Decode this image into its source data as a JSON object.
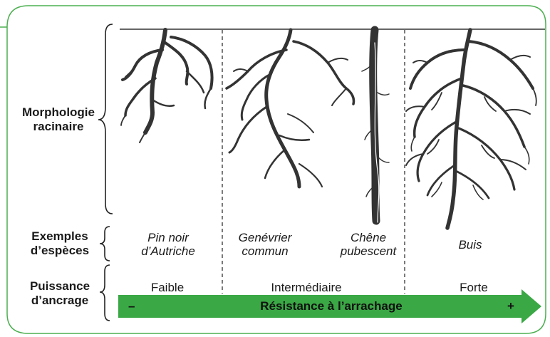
{
  "row_labels": {
    "morphology": [
      "Morphologie",
      "racinaire"
    ],
    "species": [
      "Exemples",
      "d’espèces"
    ],
    "power": [
      "Puissance",
      "d’ancrage"
    ]
  },
  "species": [
    {
      "line1": "Pin noir",
      "line2": "d’Autriche"
    },
    {
      "line1": "Genévrier",
      "line2": "commun"
    },
    {
      "line1": "Chêne",
      "line2": "pubescent"
    },
    {
      "line1": "Buis",
      "line2": ""
    }
  ],
  "power_levels": [
    "Faible",
    "Intermédiaire",
    "Forte"
  ],
  "arrow": {
    "label": "Résistance à l’arrachage",
    "minus": "–",
    "plus": "+",
    "color": "#3aa845"
  },
  "colors": {
    "frame": "#4caf50",
    "root": "#333333"
  }
}
